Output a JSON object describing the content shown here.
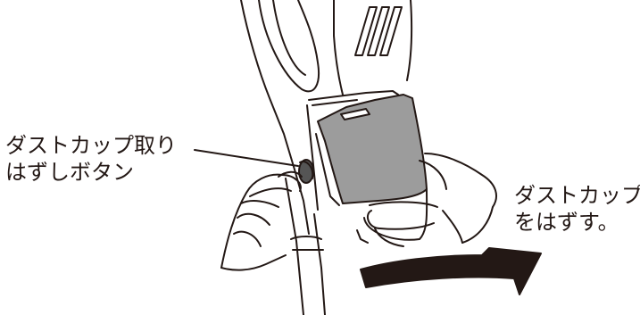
{
  "release_button_label": {
    "line1": "ダストカップ取り",
    "line2": "はずしボタン"
  },
  "dust_cup_label": {
    "line1": "ダストカップ",
    "line2": "をはずす。"
  },
  "colors": {
    "line": "#231815",
    "cup_fill": "#9c9c9c",
    "arrow": "#231815",
    "background": "#ffffff"
  },
  "icons": [
    "vacuum-body",
    "dust-cup",
    "release-button",
    "left-hand",
    "right-hand",
    "curved-arrow"
  ]
}
